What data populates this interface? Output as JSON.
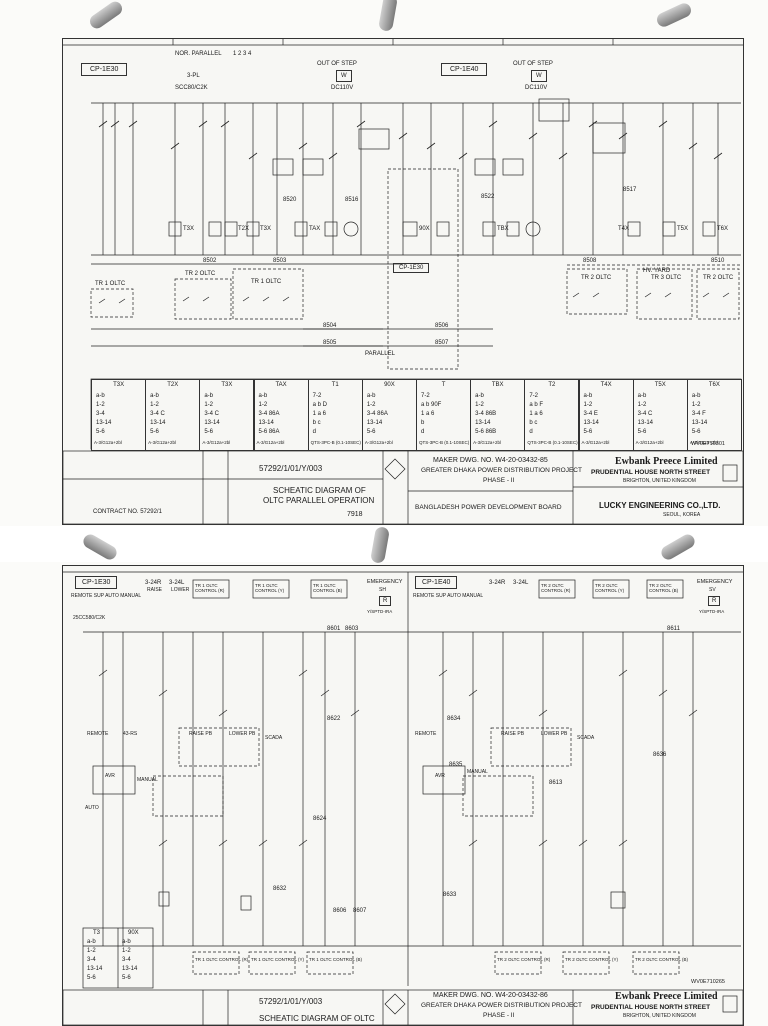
{
  "sheet1": {
    "tags": {
      "cp_left": "CP-1E30",
      "cp_right": "CP-1E40",
      "cp_mid": "CP-1E30"
    },
    "selector": {
      "label": "NOR.   PARALLEL",
      "code": "3-PL",
      "part": "SCC80/C2K",
      "positions": "1  2  3  4"
    },
    "out_of_step_1": {
      "title": "OUT OF STEP",
      "mark": "W",
      "volt": "DC110V"
    },
    "out_of_step_2": {
      "title": "OUT OF STEP",
      "mark": "W",
      "volt": "DC110V"
    },
    "coil_labels": [
      "T3X",
      "T2X",
      "T3X",
      "TAX",
      "90X",
      "TBX",
      "T4X",
      "T5X",
      "T6X"
    ],
    "wire_labels": [
      "8520",
      "8516",
      "8522",
      "8517",
      "8502",
      "8503",
      "8508",
      "8510",
      "8504",
      "8505",
      "8506",
      "8507"
    ],
    "hv_yard": "HV. YARD",
    "parallel_label": "PARALLEL",
    "oltc_boxes": [
      "TR 1 OLTC",
      "TR 2 OLTC",
      "TR 1 OLTC",
      "TR 2 OLTC",
      "TR 3 OLTC",
      "TR 2 OLTC"
    ],
    "relay_tables": [
      {
        "head": "T3X",
        "rows": [
          "a-b",
          "1-2",
          "3-4",
          "13-14",
          "5-6"
        ],
        "foot": "A-3/G12a+2bl"
      },
      {
        "head": "T2X",
        "rows": [
          "a-b",
          "1-2",
          "3-4  C",
          "13-14",
          "5-6"
        ],
        "foot": "A-3/G12a+2bl"
      },
      {
        "head": "T3X",
        "rows": [
          "a-b",
          "1-2",
          "3-4  C",
          "13-14",
          "5-6"
        ],
        "foot": "A-3/G12a+2bl"
      },
      {
        "head": "TAX",
        "rows": [
          "a-b",
          "1-2",
          "3-4  86A",
          "13-14",
          "5-6  86A"
        ],
        "foot": "A-3/G12a+2bl"
      },
      {
        "head": "T1",
        "rows": [
          "7-2",
          "a  b  D",
          "1  a  6",
          "b  c",
          "d"
        ],
        "foot": "QTS-3PC-B (0.1-10SEC)"
      },
      {
        "head": "90X",
        "rows": [
          "a-b",
          "1-2",
          "3-4  86A",
          "13-14",
          "5-6"
        ],
        "foot": "A-3/G12a+2bl"
      },
      {
        "head": "T",
        "rows": [
          "7-2",
          "a  b  90F",
          "1  a  6",
          "b",
          "d"
        ],
        "foot": "QTS-3PC-B (0.1-10SEC)"
      },
      {
        "head": "TBX",
        "rows": [
          "a-b",
          "1-2",
          "3-4  86B",
          "13-14",
          "5-6  86B"
        ],
        "foot": "A-3/G12a+2bl"
      },
      {
        "head": "T2",
        "rows": [
          "7-2",
          "a  b  F",
          "1  a  6",
          "b  c",
          "d"
        ],
        "foot": "QTS-3PC-B (0.1-10SEC)"
      },
      {
        "head": "T4X",
        "rows": [
          "a-b",
          "1-2",
          "3-4  E",
          "13-14",
          "5-6"
        ],
        "foot": "A-3/G12a+2bl"
      },
      {
        "head": "T5X",
        "rows": [
          "a-b",
          "1-2",
          "3-4  C",
          "13-14",
          "5-6"
        ],
        "foot": "A-3/G12a+2bl"
      },
      {
        "head": "T6X",
        "rows": [
          "a-b",
          "1-2",
          "3-4  F",
          "13-14",
          "5-6"
        ],
        "foot": "A-3/G12a+2bl"
      }
    ],
    "drawing_ref": "WV0E710301",
    "dwg_no": "57292/1/01/Y/003",
    "title_1": "SCHEATIC DIAGRAM OF",
    "title_2": "OLTC PARALLEL OPERATION",
    "scale_no": "7918",
    "contract": "CONTRACT NO. 57292/1",
    "maker_dwg": "MAKER DWG. NO. W4-20-03432-85",
    "project": "GREATER DHAKA POWER DISTRIBUTION PROJECT",
    "phase": "PHASE - II",
    "owner": "BANGLADESH POWER DEVELOPMENT BOARD",
    "consultant_name": "Ewbank Preece Limited",
    "consultant_addr": "PRUDENTIAL HOUSE NORTH STREET",
    "consultant_city": "BRIGHTON, UNITED KINGDOM",
    "contractor": "LUCKY ENGINEERING CO.,LTD.",
    "contractor_city": "SEOUL, KOREA"
  },
  "sheet2": {
    "tags": {
      "cp_left": "CP-1E30",
      "cp_right": "CP-1E40"
    },
    "top_left_switches": [
      "REMOTE  SUP  AUTO  MANUAL",
      "3-24R",
      "3-24L"
    ],
    "top_left_labels": {
      "raise": "RAISE",
      "lower": "LOWER",
      "code": "25CC580/C2K"
    },
    "top_right_switches": [
      "REMOTE  SUP  AUTO  MANUAL",
      "3-24R",
      "3-24L"
    ],
    "oltc_controls_top": [
      "TR 1 OLTC CONTROL (R)",
      "TR 1 OLTC CONTROL (Y)",
      "TR 1 OLTC CONTROL (B)",
      "TR 2 OLTC CONTROL (R)",
      "TR 2 OLTC CONTROL (Y)",
      "TR 2 OLTC CONTROL (B)"
    ],
    "emergency": {
      "title": "EMERGENCY",
      "code": "SH",
      "mark": "R",
      "note": "Y/SPTD-IRA"
    },
    "emergency_2": {
      "title": "EMERGENCY",
      "code": "SV",
      "mark": "R",
      "note": "Y/SPTD-IRA"
    },
    "block_labels": [
      "RAISE PB",
      "LOWER PB",
      "SCADA",
      "MANUAL",
      "AUTO",
      "REMOTE",
      "AVR",
      "43-RS"
    ],
    "wire_labels": [
      "8601",
      "8603",
      "8606",
      "8607",
      "8611",
      "8613",
      "8622",
      "8624",
      "8632",
      "8633",
      "8634",
      "8635",
      "8636"
    ],
    "oltc_controls_bottom": [
      "TR 1 OLTC CONTROL (R)",
      "TR 1 OLTC CONTROL (Y)",
      "TR 1 OLTC CONTROL (B)",
      "TR 2 OLTC CONTROL (R)",
      "TR 2 OLTC CONTROL (Y)",
      "TR 2 OLTC CONTROL (B)"
    ],
    "mini_tables": [
      {
        "head": "T3",
        "rows": [
          "a-b",
          "1-2",
          "3-4",
          "13-14",
          "5-6"
        ]
      },
      {
        "head": "90X",
        "rows": [
          "a-b",
          "1-2",
          "3-4",
          "13-14",
          "5-6"
        ]
      }
    ],
    "drawing_ref": "WV0E710265",
    "dwg_no": "57292/1/01/Y/003",
    "title_1": "SCHEATIC DIAGRAM OF OLTC",
    "maker_dwg": "MAKER DWG. NO. W4-20-03432-86",
    "project": "GREATER DHAKA POWER DISTRIBUTION PROJECT",
    "phase": "PHASE - II",
    "consultant_name": "Ewbank Preece Limited",
    "consultant_addr": "PRUDENTIAL HOUSE NORTH STREET",
    "consultant_city": "BRIGHTON, UNITED KINGDOM"
  }
}
